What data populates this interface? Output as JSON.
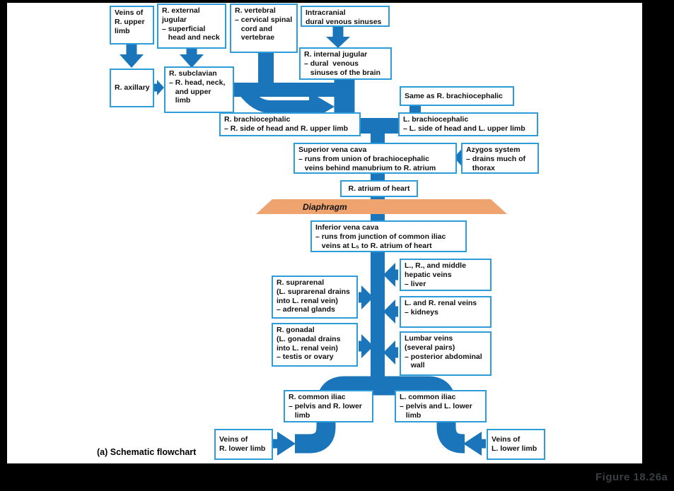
{
  "figure_label": "Figure 18.26a",
  "caption": "(a) Schematic flowchart",
  "diaphragm_label": "Diaphragm",
  "colors": {
    "pipe": "#1b75bb",
    "box_border": "#2d9cd8",
    "diaphragm": "#efa470"
  },
  "boxes": {
    "veins_r_upper_limb": {
      "text": "Veins of\nR. upper\nlimb"
    },
    "r_external_jugular": {
      "text": "R. external\njugular\n– superficial\n   head and neck"
    },
    "r_vertebral": {
      "text": "R. vertebral\n– cervical spinal\n   cord and\n   vertebrae"
    },
    "intracranial_sinuses": {
      "text": "Intracranial\ndural venous sinuses"
    },
    "r_axillary": {
      "text": "R. axillary"
    },
    "r_subclavian": {
      "text": "R. subclavian\n– R. head, neck,\n   and upper\n   limb"
    },
    "r_internal_jugular": {
      "text": "R. internal jugular\n– dural  venous\n   sinuses of the brain"
    },
    "same_as_r_brachiocephalic": {
      "text": "Same as R. brachiocephalic"
    },
    "r_brachiocephalic": {
      "text": "R. brachiocephalic\n– R. side of head and R. upper limb"
    },
    "l_brachiocephalic": {
      "text": "L. brachiocephalic\n– L. side of head and L. upper limb"
    },
    "superior_vena_cava": {
      "text": "Superior vena cava\n– runs from union of brachiocephalic\n   veins behind manubrium to R. atrium"
    },
    "azygos_system": {
      "text": "Azygos system\n– drains much of\n   thorax"
    },
    "r_atrium": {
      "text": "R. atrium of heart"
    },
    "inferior_vena_cava": {
      "text": "Inferior vena cava\n– runs from junction of common iliac\n   veins at L₅ to R. atrium of heart"
    },
    "r_suprarenal": {
      "text": "R. suprarenal\n(L. suprarenal drains\ninto L. renal vein)\n– adrenal glands"
    },
    "r_gonadal": {
      "text": "R. gonadal\n(L. gonadal drains\ninto L. renal vein)\n– testis or ovary"
    },
    "hepatic_veins": {
      "text": "L., R., and middle\nhepatic veins\n– liver"
    },
    "renal_veins": {
      "text": "L. and R. renal veins\n– kidneys"
    },
    "lumbar_veins": {
      "text": "Lumbar veins\n(several pairs)\n– posterior abdominal\n   wall"
    },
    "r_common_iliac": {
      "text": "R. common iliac\n– pelvis and R. lower\n   limb"
    },
    "l_common_iliac": {
      "text": "L. common iliac\n– pelvis and L. lower\n   limb"
    },
    "veins_r_lower_limb": {
      "text": "Veins of\nR. lower limb"
    },
    "veins_l_lower_limb": {
      "text": "Veins of\nL. lower limb"
    }
  }
}
